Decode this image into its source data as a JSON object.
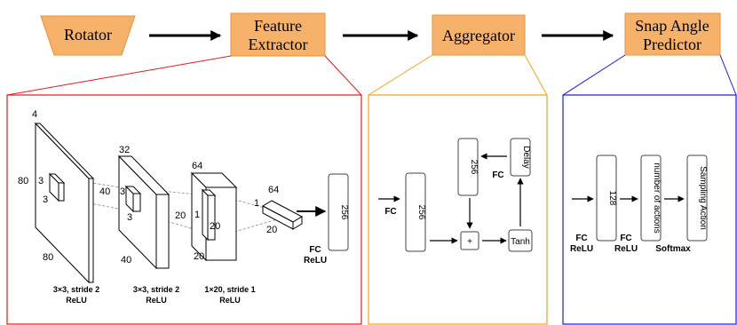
{
  "top_blocks": {
    "rotator": "Rotator",
    "feature_extractor": [
      "Feature",
      "Extractor"
    ],
    "aggregator": "Aggregator",
    "snap_angle_predictor": [
      "Snap Angle",
      "Predictor"
    ]
  },
  "colors": {
    "block_fill": "#f6b26b",
    "block_stroke": "#e69138",
    "feature_border": "#e31a1c",
    "aggregator_border": "#f0a020",
    "predictor_border": "#1a1ad4"
  },
  "feature_extractor": {
    "layer1": {
      "channels": "4",
      "height": "80",
      "width": "80",
      "kernel": [
        "3",
        "3"
      ]
    },
    "layer2": {
      "channels": "32",
      "height": "40",
      "width": "40",
      "kernel": [
        "3",
        "3"
      ]
    },
    "layer3": {
      "channels": "64",
      "height": "20",
      "width": "20",
      "kernel_w": "1",
      "kernel_h": "20"
    },
    "layer4": {
      "channels": "64",
      "dim1": "1",
      "dim2": "20"
    },
    "fc_out": "256",
    "fc_label": [
      "FC",
      "ReLU"
    ],
    "captions": [
      [
        "3×3, stride 2",
        "ReLU"
      ],
      [
        "3×3, stride 2",
        "ReLU"
      ],
      [
        "1×20, stride 1",
        "ReLU"
      ]
    ]
  },
  "aggregator": {
    "input_label": "FC",
    "fc_box": "256",
    "state_box": "256",
    "state_label": "FC",
    "plus": "+",
    "tanh": "Tanh",
    "delay": "Delay"
  },
  "predictor": {
    "box1": "128",
    "box2": "number of actions",
    "box3": "Sampling Action",
    "label1": [
      "FC",
      "ReLU"
    ],
    "label2": [
      "FC",
      "ReLU"
    ],
    "label3": "Softmax"
  }
}
